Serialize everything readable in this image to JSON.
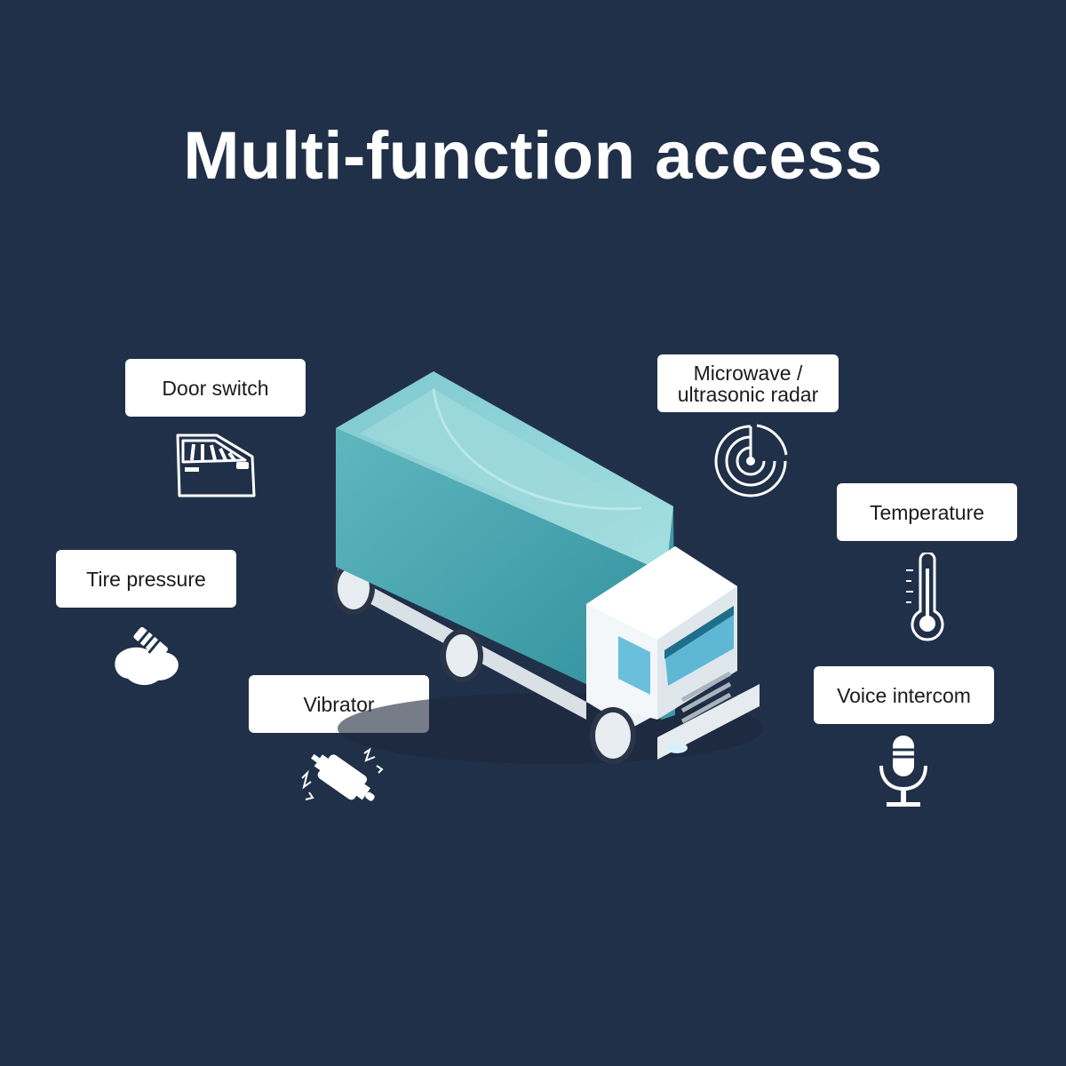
{
  "title": "Multi-function access",
  "features": {
    "door_switch": "Door switch",
    "tire_pressure": "Tire pressure",
    "vibrator": "Vibrator",
    "radar_line1": "Microwave /",
    "radar_line2": "ultrasonic radar",
    "temperature": "Temperature",
    "voice_intercom": "Voice intercom"
  },
  "icons": [
    "door-icon",
    "tire-sensor-icon",
    "vibration-motor-icon",
    "radar-icon",
    "thermometer-icon",
    "microphone-icon",
    "truck-illustration"
  ],
  "colors": {
    "background": "#213049",
    "label_bg": "#ffffff",
    "icon": "#ffffff",
    "truck_box": "#4aa4ae"
  }
}
